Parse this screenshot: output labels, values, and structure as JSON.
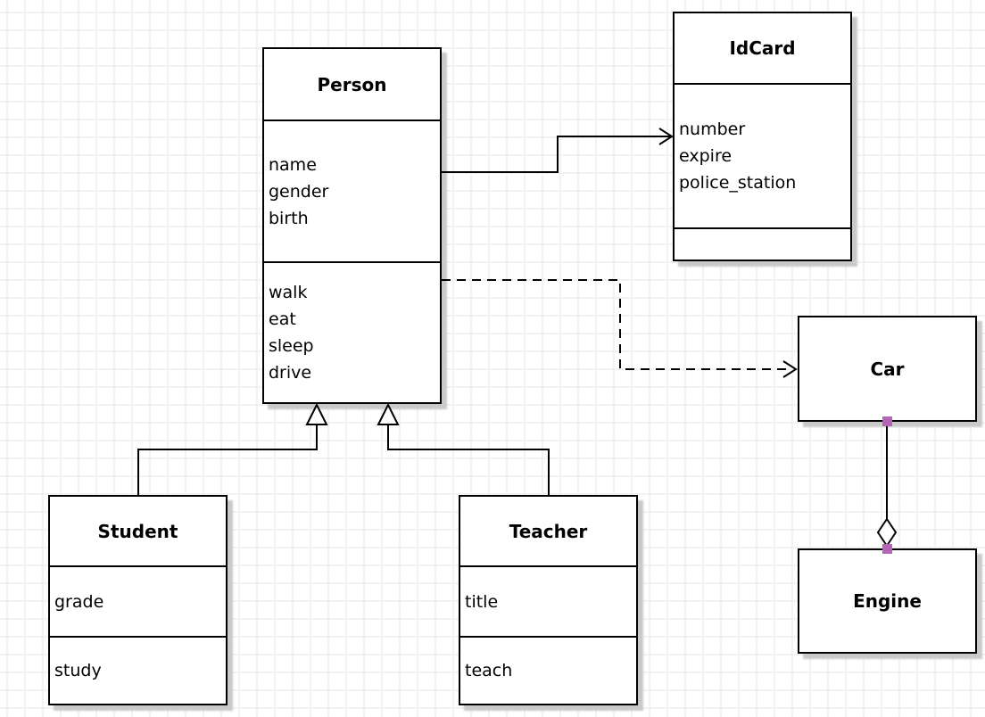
{
  "diagram": {
    "type": "uml-class-diagram",
    "classes": {
      "person": {
        "title": "Person",
        "attributes": [
          "name",
          "gender",
          "birth"
        ],
        "methods": [
          "walk",
          "eat",
          "sleep",
          "drive"
        ]
      },
      "idcard": {
        "title": "IdCard",
        "attributes": [
          "number",
          "expire",
          "police_station"
        ],
        "methods": []
      },
      "car": {
        "title": "Car",
        "attributes": [],
        "methods": []
      },
      "engine": {
        "title": "Engine",
        "attributes": [],
        "methods": []
      },
      "student": {
        "title": "Student",
        "attributes": [
          "grade"
        ],
        "methods": [
          "study"
        ]
      },
      "teacher": {
        "title": "Teacher",
        "attributes": [
          "title"
        ],
        "methods": [
          "teach"
        ]
      }
    },
    "relationships": [
      {
        "from": "Person",
        "to": "IdCard",
        "type": "directed-association",
        "line": "solid",
        "arrow": "open"
      },
      {
        "from": "Person",
        "to": "Car",
        "type": "dependency",
        "line": "dashed",
        "arrow": "open"
      },
      {
        "from": "Student",
        "to": "Person",
        "type": "generalization",
        "line": "solid",
        "arrow": "hollow-triangle"
      },
      {
        "from": "Teacher",
        "to": "Person",
        "type": "generalization",
        "line": "solid",
        "arrow": "hollow-triangle"
      },
      {
        "from": "Car",
        "to": "Engine",
        "type": "aggregation",
        "line": "solid",
        "arrow": "hollow-diamond",
        "endpoint_handles": true
      }
    ],
    "colors": {
      "box_border": "#000000",
      "box_fill": "#ffffff",
      "box_shadow": "#c9c9c9",
      "grid_line": "#f2f2f2",
      "canvas_background": "#ffffff",
      "connector": "#000000",
      "endpoint_handle": "#b565b5"
    }
  }
}
